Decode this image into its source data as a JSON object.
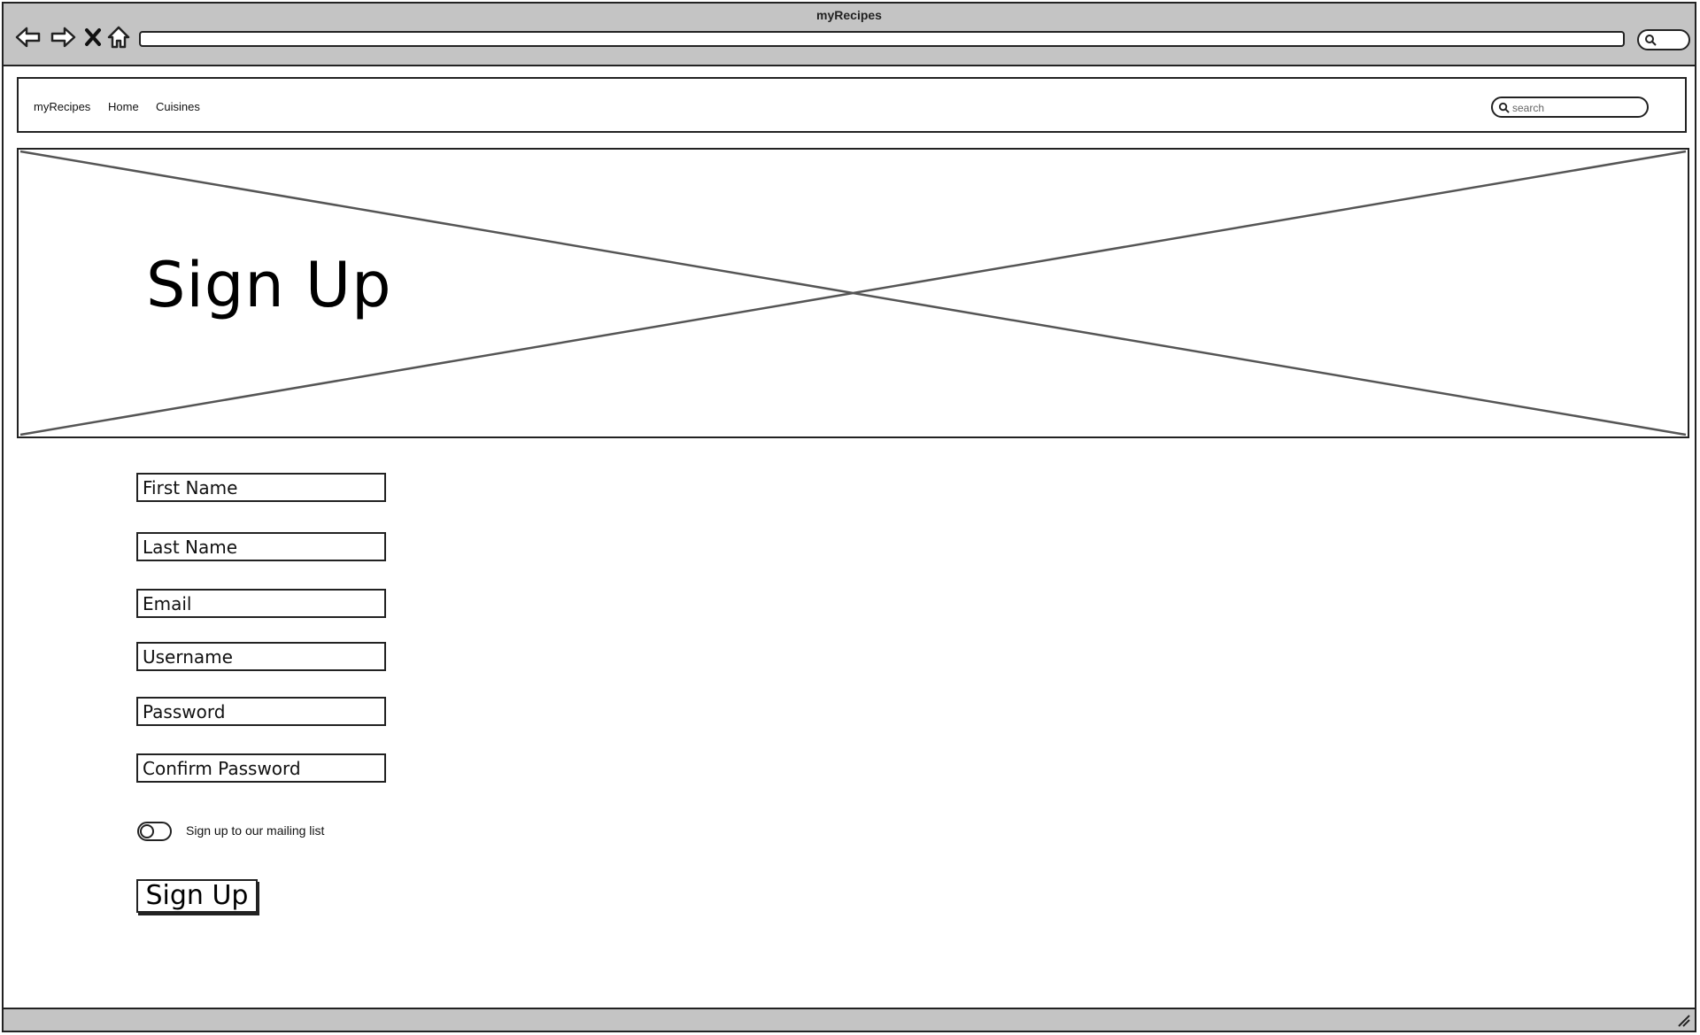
{
  "window": {
    "title": "myRecipes"
  },
  "navbar": {
    "brand": "myRecipes",
    "links": [
      "Home",
      "Cuisines"
    ],
    "search_placeholder": "search"
  },
  "hero": {
    "title": "Sign Up"
  },
  "form": {
    "fields": [
      "First Name",
      "Last Name",
      "Email",
      "Username",
      "Password",
      "Confirm Password"
    ],
    "mailing_list_label": "Sign up to our mailing list",
    "mailing_list_on": false,
    "submit_label": "Sign Up"
  },
  "icons": {
    "back": "back-arrow-icon",
    "forward": "forward-arrow-icon",
    "stop": "close-icon",
    "home": "home-icon",
    "search": "search-icon",
    "resize": "resize-grip-icon"
  },
  "colors": {
    "chrome": "#c4c4c4",
    "stroke": "#222222",
    "background": "#ffffff"
  }
}
